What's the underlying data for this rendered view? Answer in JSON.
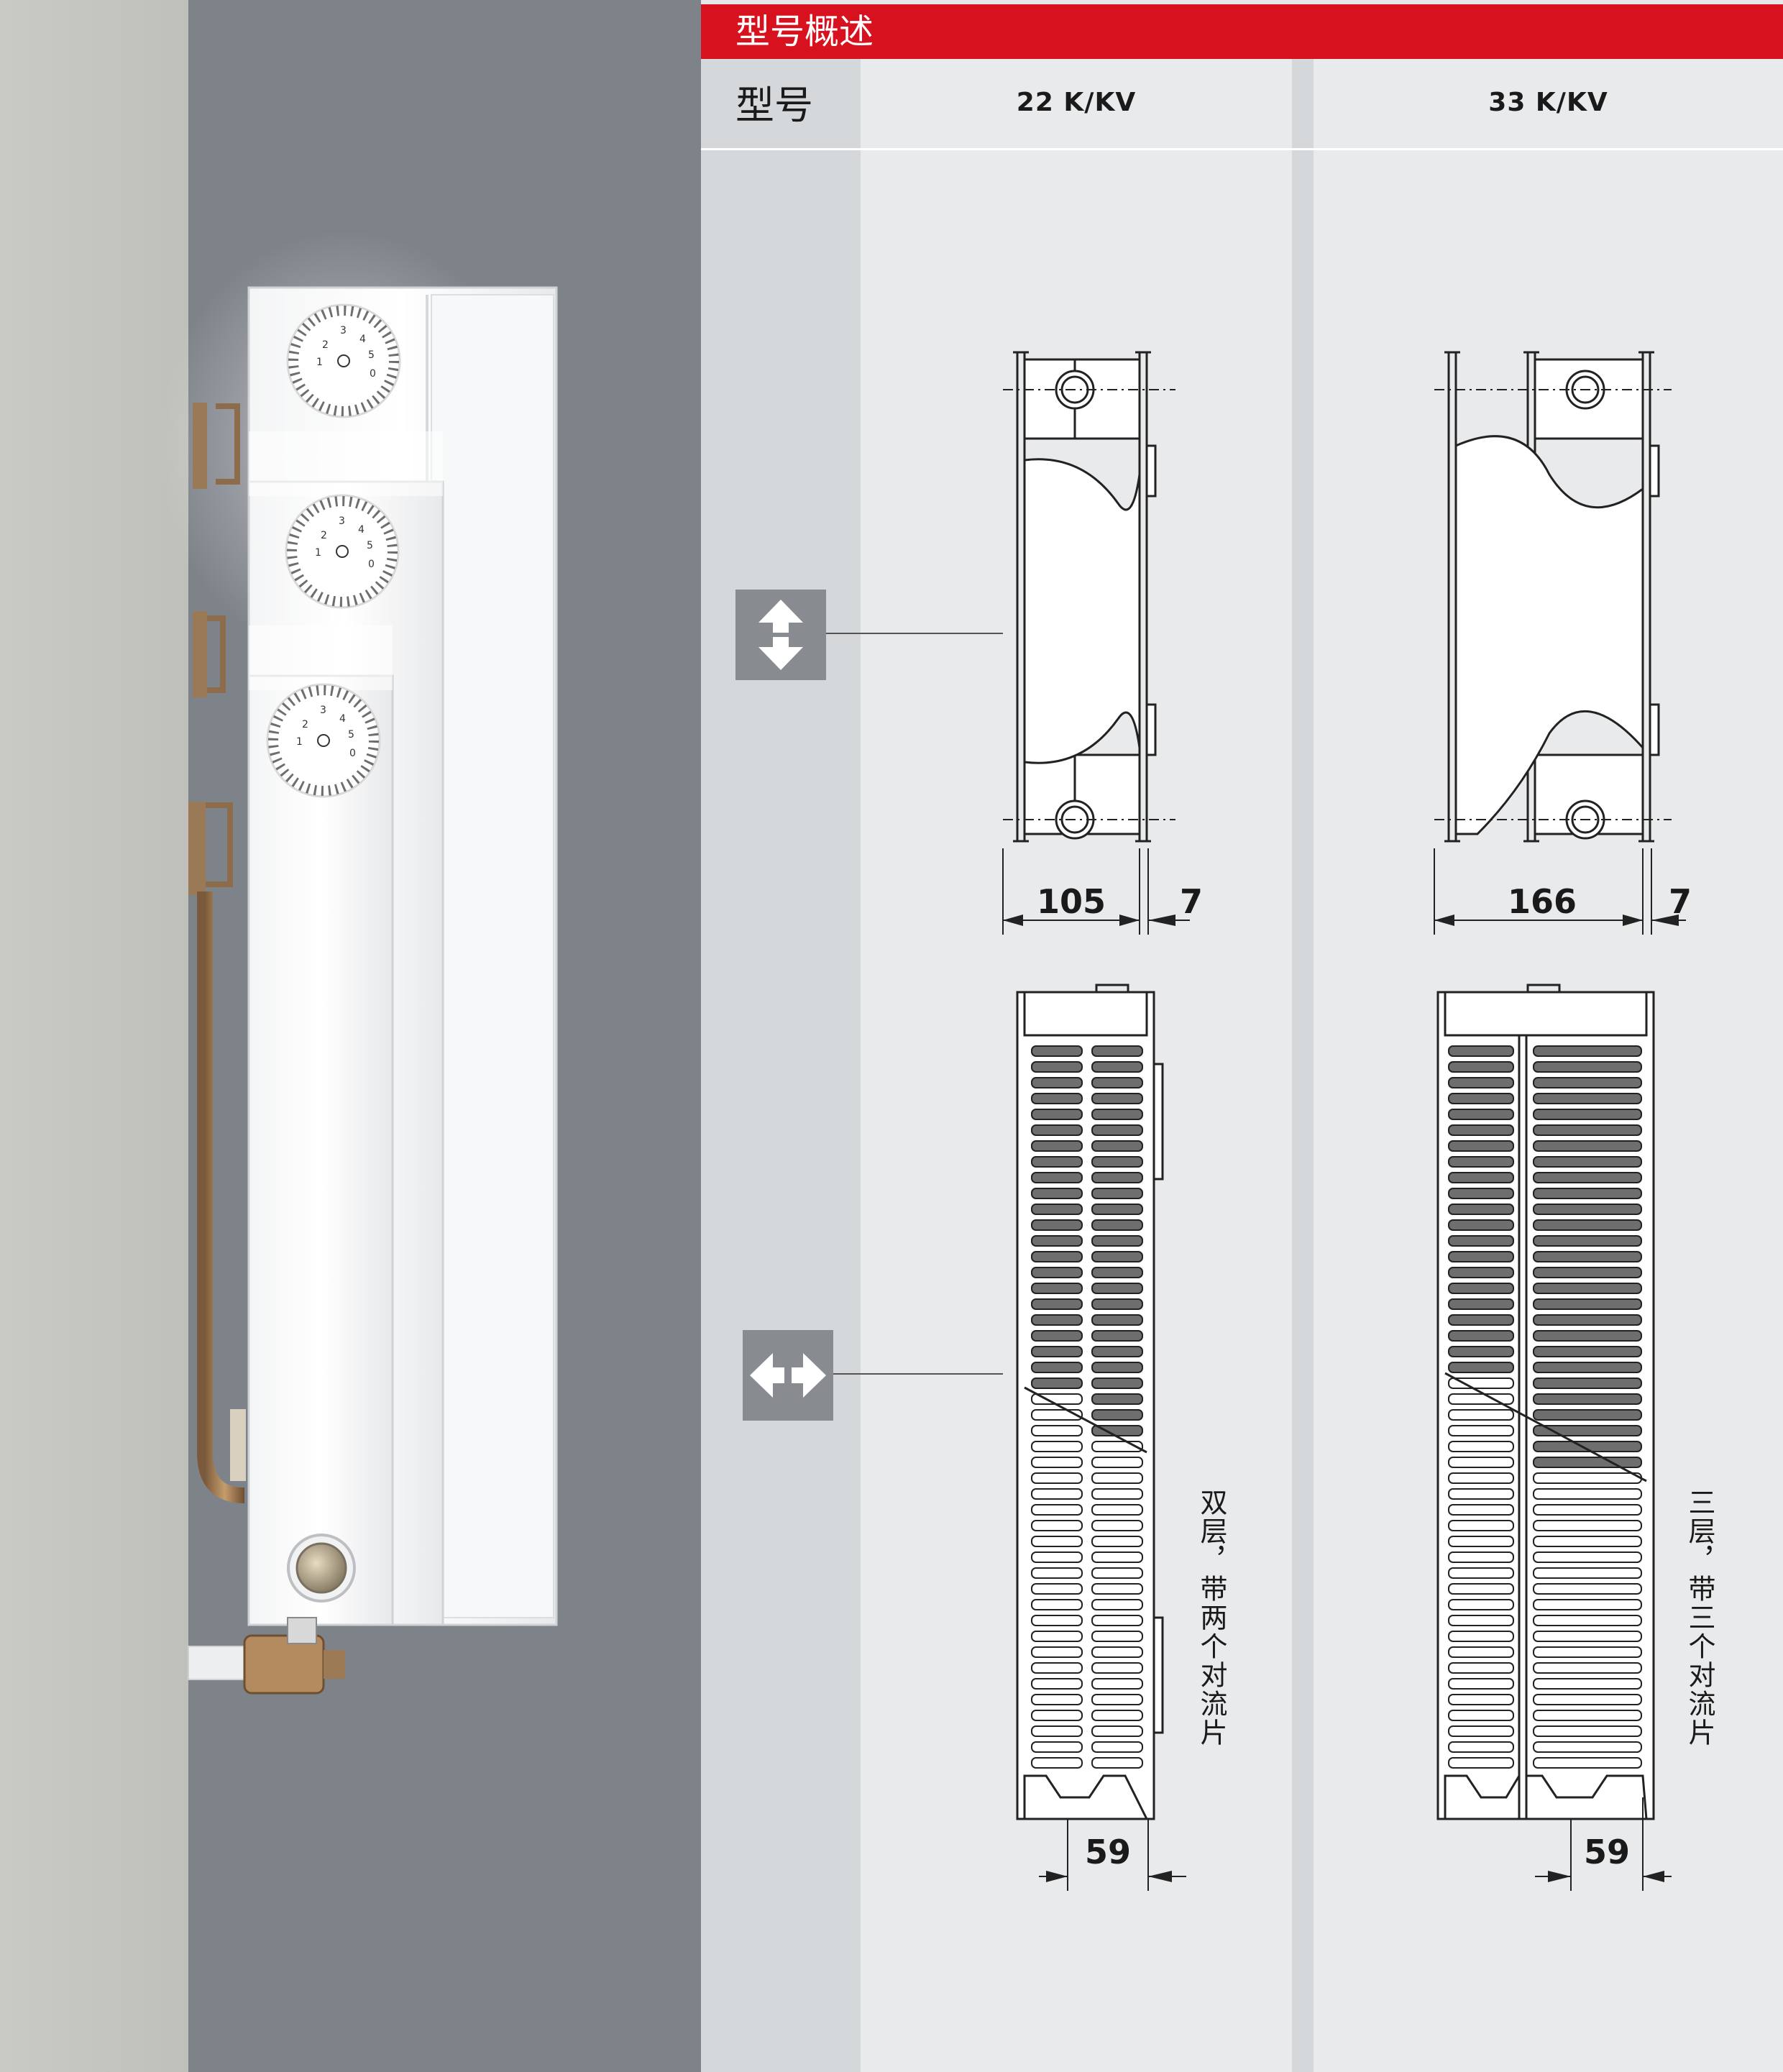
{
  "header": {
    "title": "型号概述"
  },
  "table": {
    "row_label": "型号",
    "models": [
      {
        "name": "22 K/KV",
        "depth_dim": "105",
        "offset_dim": "7",
        "connection_dim": "59",
        "description": "双层，带两个对流片"
      },
      {
        "name": "33 K/KV",
        "depth_dim": "166",
        "offset_dim": "7",
        "connection_dim": "59",
        "description": "三层，带三个对流片"
      }
    ]
  },
  "icons": {
    "vertical": "vertical-arrows-icon",
    "horizontal": "horizontal-arrows-icon"
  },
  "dials": [
    {
      "numbers": [
        "1",
        "2",
        "3",
        "4",
        "5",
        "0"
      ]
    },
    {
      "numbers": [
        "1",
        "2",
        "3",
        "4",
        "5",
        "0"
      ]
    },
    {
      "numbers": [
        "1",
        "2",
        "3",
        "4",
        "5",
        "0"
      ]
    }
  ],
  "colors": {
    "header_red": "#d8111f",
    "panel_gray": "#e6e7e9",
    "wall_gray": "#80858c",
    "icon_gray": "#888c91"
  }
}
